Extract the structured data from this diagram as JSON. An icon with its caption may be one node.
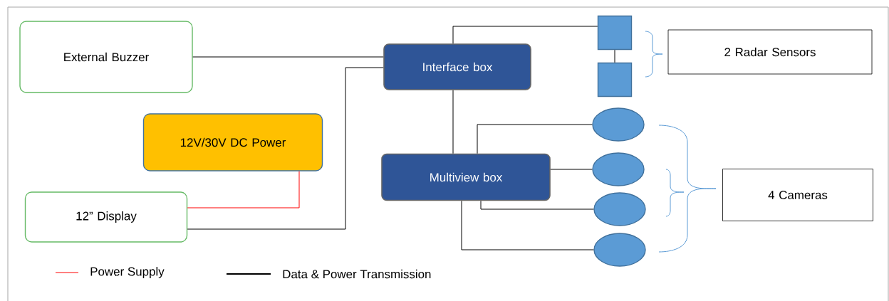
{
  "diagram": {
    "nodes": [
      {
        "text": [
          "External Buzzer"
        ]
      },
      {
        "text": [
          "12V/30V DC Power"
        ]
      },
      {
        "text": [
          "12” Display"
        ]
      },
      {
        "text": [
          "Interface box"
        ]
      },
      {
        "text": [
          "Multiview box"
        ]
      },
      {
        "text": [],
        "shape": "box"
      },
      {
        "text": [],
        "shape": "box"
      },
      {
        "text": [],
        "shape": "ellipse"
      },
      {
        "text": [],
        "shape": "ellipse"
      },
      {
        "text": [],
        "shape": "ellipse"
      },
      {
        "text": [],
        "shape": "ellipse"
      },
      {
        "text": [
          "2 Radar Sensors"
        ]
      },
      {
        "text": [
          "4 Cameras"
        ]
      }
    ],
    "edges": [
      {
        "from": 0,
        "to": 3,
        "arrow": "none"
      },
      {
        "from": 2,
        "to": 3,
        "arrow": "none"
      },
      {
        "from": 1,
        "to": 2,
        "arrow": "none",
        "color": "#ff0000"
      },
      {
        "from": 3,
        "to": 5,
        "arrow": "none"
      },
      {
        "from": 5,
        "to": 6,
        "arrow": "none"
      },
      {
        "from": 3,
        "to": 4,
        "arrow": "none"
      },
      {
        "from": 4,
        "to": 7,
        "arrow": "none"
      },
      {
        "from": 4,
        "to": 8,
        "arrow": "none"
      },
      {
        "from": 4,
        "to": 9,
        "arrow": "none"
      },
      {
        "from": 4,
        "to": 10,
        "arrow": "none"
      }
    ],
    "legend": [
      {
        "text": "Power Supply"
      },
      {
        "text": "Data & Power Transmission"
      }
    ]
  }
}
